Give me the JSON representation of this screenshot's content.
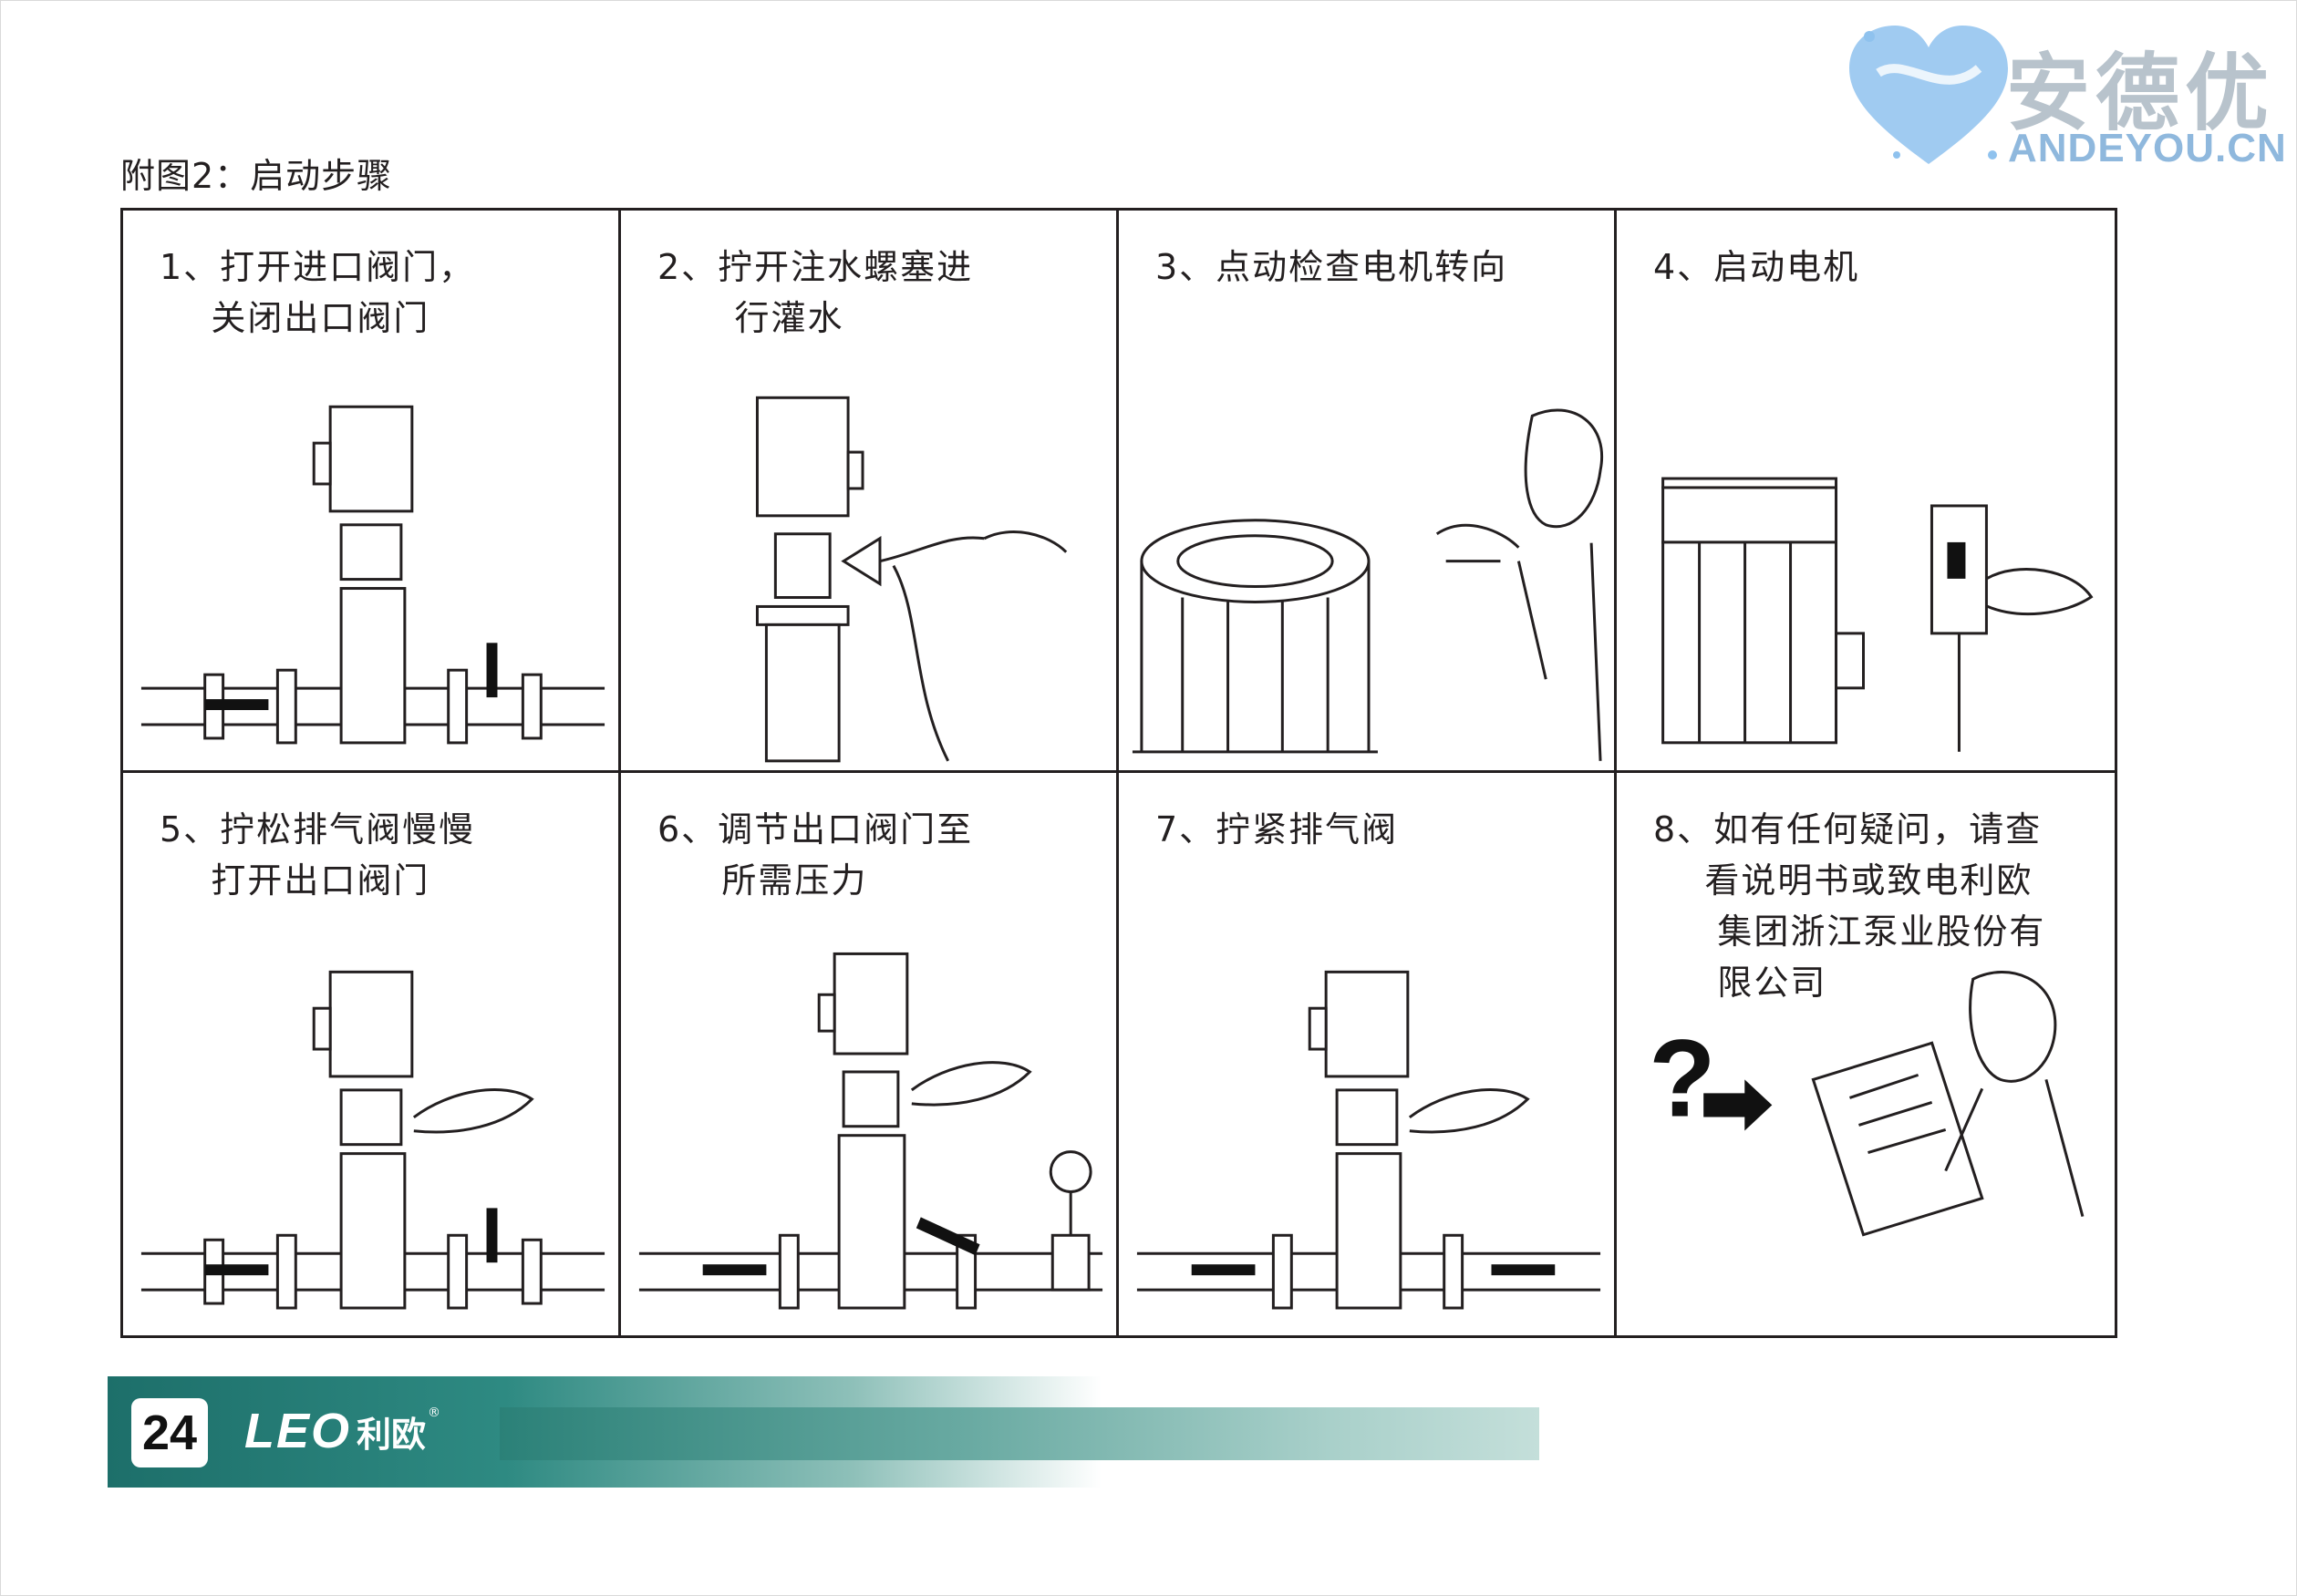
{
  "figure_title": "附图2：启动步骤",
  "steps": [
    {
      "text": "1、打开进口阀门，\n    关闭出口阀门"
    },
    {
      "text": "2、拧开注水螺塞进\n      行灌水"
    },
    {
      "text": "3、点动检查电机转向"
    },
    {
      "text": "4、启动电机"
    },
    {
      "text": "5、拧松排气阀慢慢\n    打开出口阀门"
    },
    {
      "text": "6、调节出口阀门至\n     所需压力"
    },
    {
      "text": "7、拧紧排气阀"
    },
    {
      "text": "8、如有任何疑问，请查\n    看说明书或致电利欧\n     集团浙江泵业股份有\n     限公司"
    }
  ],
  "footer": {
    "page_number": "24",
    "brand_en": "LEO",
    "brand_cn": "利欧",
    "brand_reg": "®"
  },
  "watermark": {
    "cn": "安德优",
    "en": "ANDEYOU.CN"
  },
  "colors": {
    "footer_dark": "#1d6f6a",
    "footer_light": "#a9d0ca",
    "watermark_grey": "#b8c3cc",
    "watermark_blue": "#8fb8dd"
  }
}
